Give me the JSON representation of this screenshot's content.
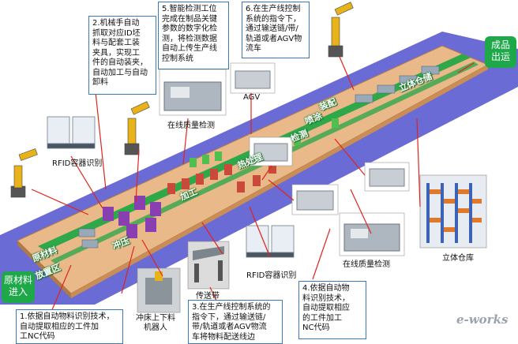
{
  "steps": {
    "s1": "1.依据自动物料识别技术，\n自动提取相应的工件加\n工NC代码",
    "s2": "2.机械手自动\n抓取对应ID坯\n料与配套工装\n夹具，实现工\n件的自动装夹，\n自动加工与自动\n卸料",
    "s3": "3.在生产线控制系统的\n指令下，通过输送链/\n带/轨道或者AGV物流\n车将物料配送线边",
    "s4": "4.依据自动物\n料识别技术，\n自动提取相应\n的工件加工\nNC代码",
    "s5": "5.智能检测工位\n完成在制品关键\n参数的数字化检\n测，将检测数据\n自动上传生产线\n控制系统",
    "s6": "6.在生产线控制\n系统的指令下，\n通过输送链/带/\n轨道或者AGV物\n流车"
  },
  "badges": {
    "raw": "原材料\n进入",
    "finished": "成品\n出运"
  },
  "labels": {
    "rfid1": "RFID容器识别",
    "rfid2": "RFID容器识别",
    "inspect1": "在线质量检测",
    "inspect2": "在线质量检测",
    "agv": "AGV",
    "conveyor": "传送带",
    "robot": "冲床上下料\n机器人",
    "warehouse": "立体仓库"
  },
  "platform": {
    "p1": "原材料",
    "p2": "放置区",
    "p3": "冲压",
    "p4": "加工",
    "p5": "热处理",
    "p6": "检测",
    "p7": "喷涂",
    "p8": "装配",
    "p9": "立体仓储"
  },
  "logo": "e-works"
}
